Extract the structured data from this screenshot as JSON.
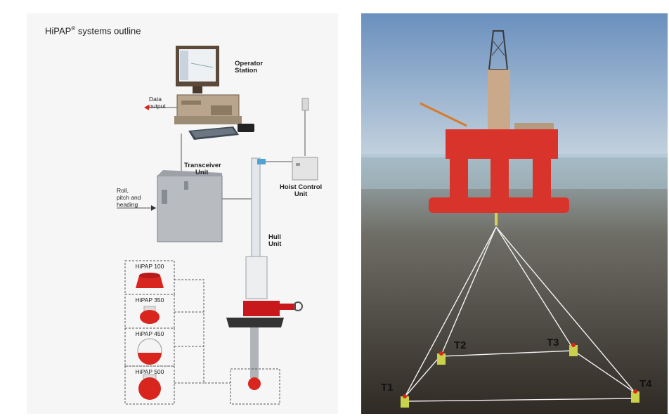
{
  "title": {
    "main": "HiPAP",
    "sup": "®",
    "rest": " systems outline"
  },
  "labels": {
    "operator_station": [
      "Operator",
      "Station"
    ],
    "data_output": [
      "Data",
      "output"
    ],
    "transceiver_unit": [
      "Transceiver",
      "Unit"
    ],
    "hoist_control_unit": [
      "Hoist Control",
      "Unit"
    ],
    "roll_pitch_heading": [
      "Roll,",
      "pitch and",
      "heading"
    ],
    "hull_unit": [
      "Hull",
      "Unit"
    ]
  },
  "hipap_models": [
    "HiPAP 100",
    "HiPAP 350",
    "HiPAP 450",
    "HiPAP 500"
  ],
  "transponders": [
    "T1",
    "T2",
    "T3",
    "T4"
  ],
  "colors": {
    "red": "#d8261f",
    "sea_top": "#6a90be",
    "seabed": "#4e453b",
    "rig_red": "#d9342c"
  }
}
